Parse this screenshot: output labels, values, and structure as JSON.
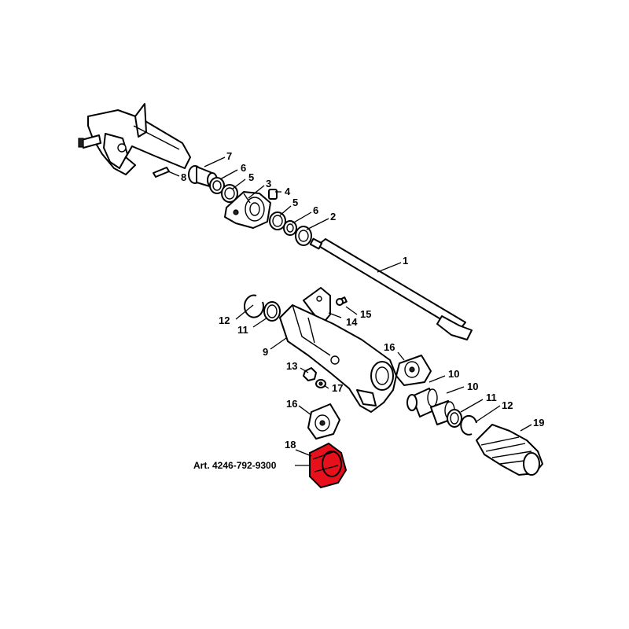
{
  "callouts": {
    "c1": "1",
    "c2": "2",
    "c3": "3",
    "c4": "4",
    "c5a": "5",
    "c5b": "5",
    "c6a": "6",
    "c6b": "6",
    "c7": "7",
    "c8": "8",
    "c9": "9",
    "c10a": "10",
    "c10b": "10",
    "c11a": "11",
    "c11b": "11",
    "c12a": "12",
    "c12b": "12",
    "c13": "13",
    "c14": "14",
    "c15": "15",
    "c16a": "16",
    "c16b": "16",
    "c17": "17",
    "c18": "18",
    "c19": "19"
  },
  "article_label": "Art. 4246-792-9300",
  "highlight_color": "#e8101b"
}
